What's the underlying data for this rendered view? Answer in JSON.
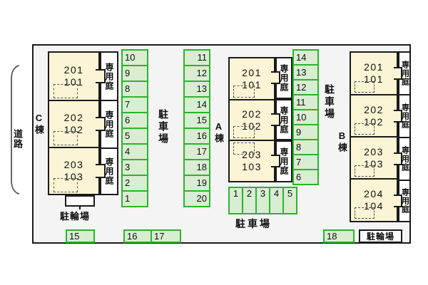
{
  "labels": {
    "road": "道路",
    "parking_lot": "駐車場",
    "bicycle": "駐輪場",
    "private_garden": "専用庭"
  },
  "buildings": {
    "c": {
      "name": "C棟",
      "units": [
        {
          "upper": "201",
          "lower": "101"
        },
        {
          "upper": "202",
          "lower": "102"
        },
        {
          "upper": "203",
          "lower": "103"
        }
      ]
    },
    "a": {
      "name": "A棟",
      "units": [
        {
          "upper": "201",
          "lower": "101"
        },
        {
          "upper": "202",
          "lower": "102"
        },
        {
          "upper": "203",
          "lower": "103"
        }
      ]
    },
    "b": {
      "name": "B棟",
      "units": [
        {
          "upper": "201",
          "lower": "101"
        },
        {
          "upper": "202",
          "lower": "102"
        },
        {
          "upper": "203",
          "lower": "103"
        },
        {
          "upper": "204",
          "lower": "104"
        }
      ]
    }
  },
  "parking": {
    "col_left": [
      "10",
      "9",
      "8",
      "7",
      "6",
      "5",
      "4",
      "3",
      "2",
      "1"
    ],
    "col_mid": [
      "11",
      "12",
      "13",
      "14",
      "15",
      "16",
      "17",
      "18",
      "19",
      "20"
    ],
    "col_right": [
      "14",
      "13",
      "12",
      "11",
      "10",
      "9",
      "8",
      "7",
      "6"
    ],
    "row_mid": [
      "1",
      "2",
      "3",
      "4",
      "5"
    ],
    "bottom": [
      "15",
      "16",
      "17",
      "18"
    ]
  }
}
